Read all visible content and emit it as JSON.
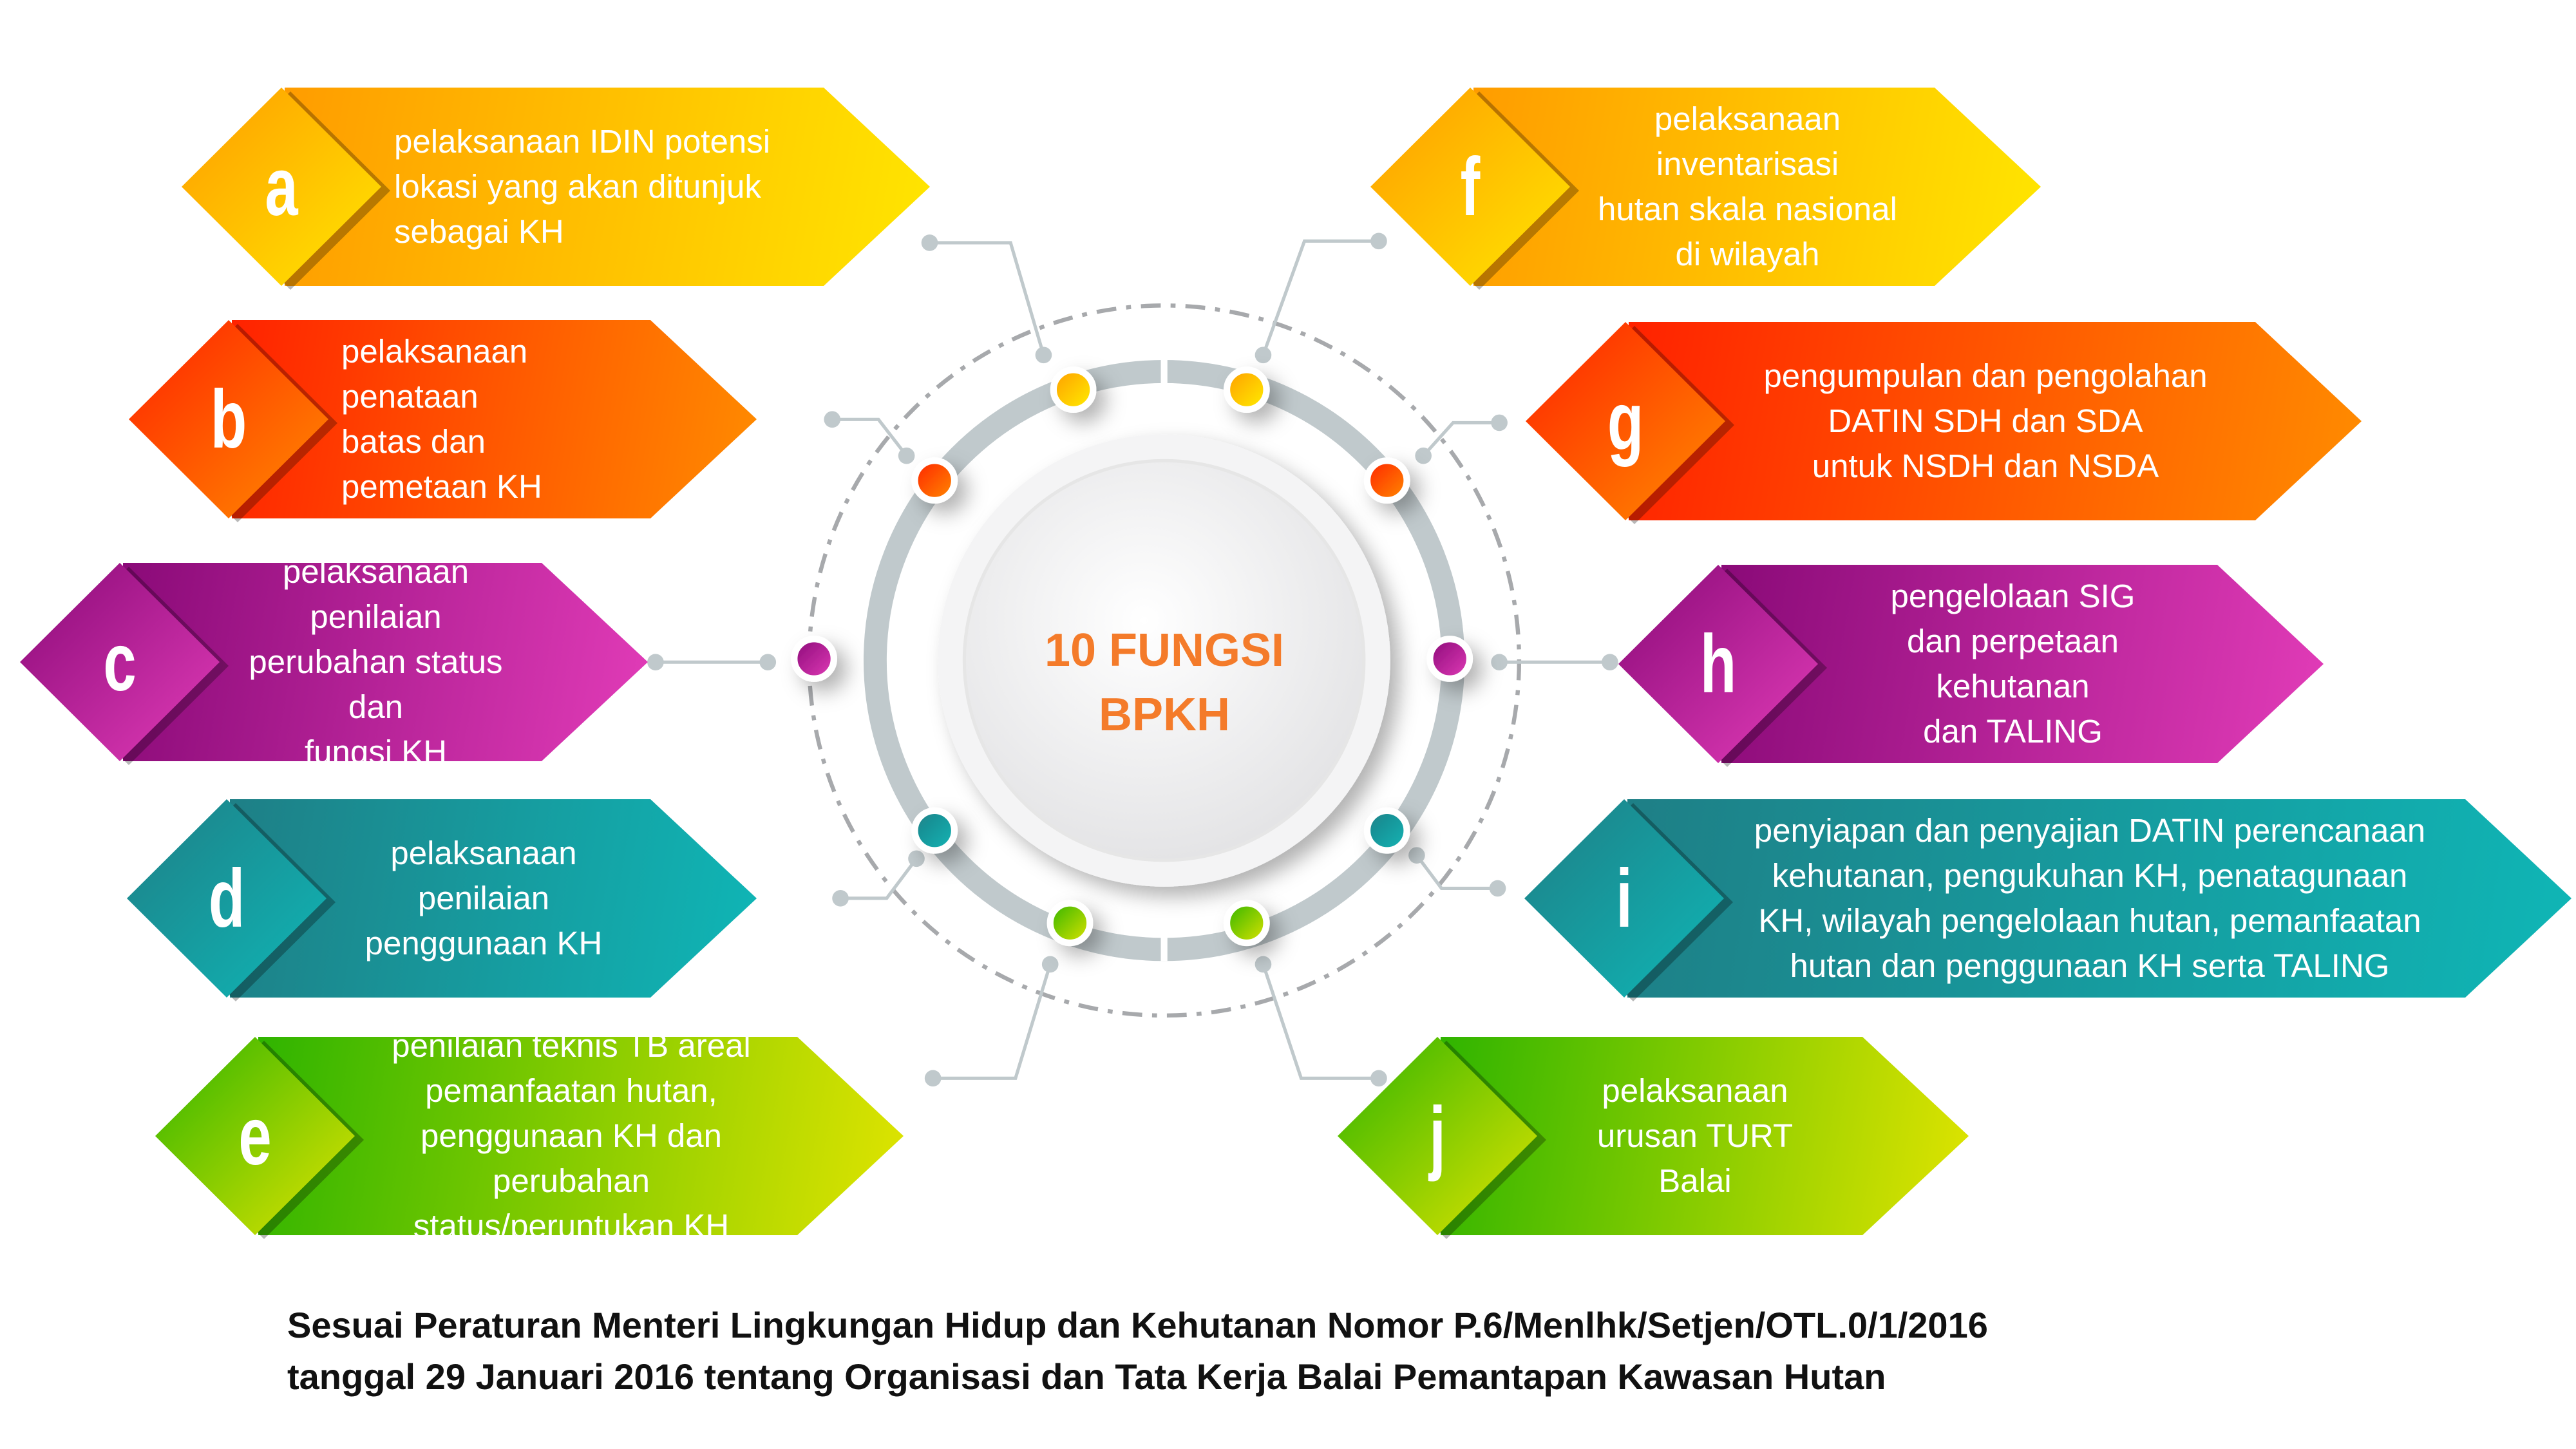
{
  "center": {
    "line1": "10 FUNGSI",
    "line2": "BPKH"
  },
  "functions": [
    {
      "letter": "a",
      "text": "pelaksanaan IDIN potensi\nlokasi yang akan ditunjuk\nsebagai KH",
      "color_from": "#FF9C00",
      "color_to": "#FFE600"
    },
    {
      "letter": "b",
      "text": "pelaksanaan\npenataan\nbatas dan\npemetaan KH",
      "color_from": "#FF2200",
      "color_to": "#FF8C00"
    },
    {
      "letter": "c",
      "text": "pelaksanaan penilaian\nperubahan status dan\nfungsi KH",
      "color_from": "#8A0A78",
      "color_to": "#E23CB8"
    },
    {
      "letter": "d",
      "text": "pelaksanaan penilaian\npenggunaan KH",
      "color_from": "#1E7F86",
      "color_to": "#0FB6B6"
    },
    {
      "letter": "e",
      "text": "penilaian teknis TB areal\npemanfaatan hutan,\npenggunaan KH dan perubahan\nstatus/peruntukan KH",
      "color_from": "#2FB400",
      "color_to": "#E0E400"
    },
    {
      "letter": "f",
      "text": "pelaksanaan inventarisasi\nhutan skala nasional\ndi wilayah",
      "color_from": "#FF9C00",
      "color_to": "#FFE600"
    },
    {
      "letter": "g",
      "text": "pengumpulan dan pengolahan\nDATIN SDH dan SDA\nuntuk NSDH dan NSDA",
      "color_from": "#FF2200",
      "color_to": "#FF8C00"
    },
    {
      "letter": "h",
      "text": "pengelolaan SIG\ndan perpetaan kehutanan\ndan TALING",
      "color_from": "#8A0A78",
      "color_to": "#E23CB8"
    },
    {
      "letter": "i",
      "text": "penyiapan dan penyajian DATIN perencanaan\nkehutanan, pengukuhan KH, penatagunaan\nKH, wilayah pengelolaan hutan, pemanfaatan\nhutan dan penggunaan KH serta TALING",
      "color_from": "#1E7F86",
      "color_to": "#0FB6B6"
    },
    {
      "letter": "j",
      "text": "pelaksanaan\nurusan TURT\nBalai",
      "color_from": "#2FB400",
      "color_to": "#E0E400"
    }
  ],
  "footer": {
    "line1": "Sesuai Peraturan Menteri Lingkungan Hidup dan Kehutanan Nomor P.6/Menlhk/Setjen/OTL.0/1/2016",
    "line2": "tanggal 29 Januari 2016 tentang Organisasi dan Tata Kerja Balai Pemantapan Kawasan Hutan"
  }
}
